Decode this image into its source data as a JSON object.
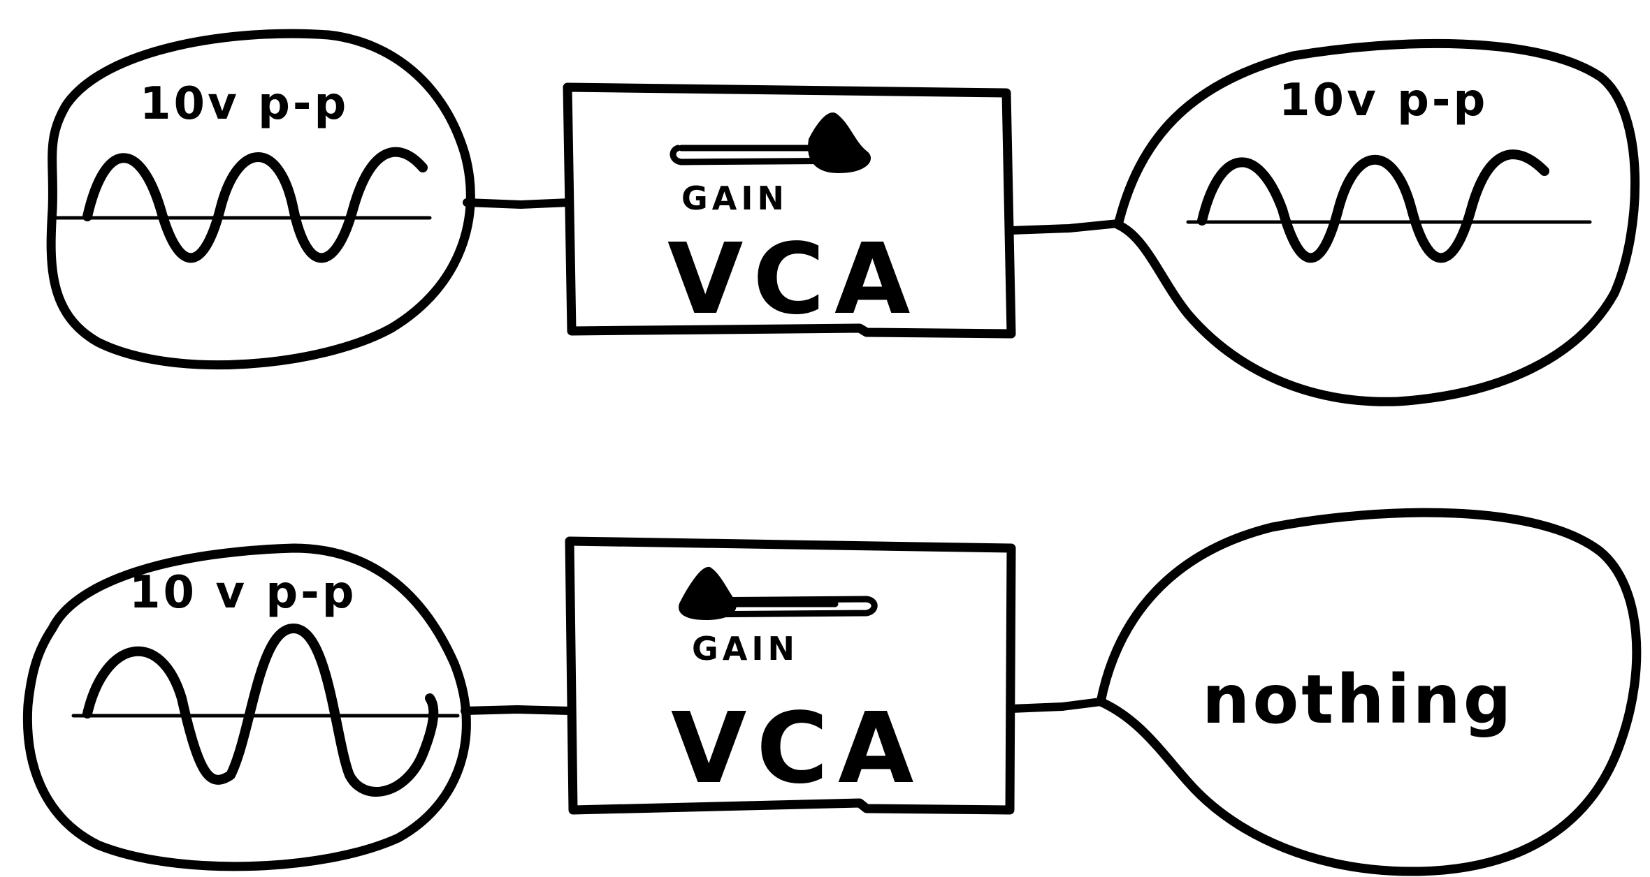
{
  "diagram": {
    "top_row": {
      "input_label": "10v p-p",
      "gain_label": "GAIN",
      "module_label": "VCA",
      "output_label": "10v p-p",
      "gain_setting": "max"
    },
    "bottom_row": {
      "input_label": "10 v p-p",
      "gain_label": "GAIN",
      "module_label": "VCA",
      "output_label": "nothing",
      "gain_setting": "min"
    }
  },
  "colors": {
    "ink": "#000000",
    "paper": "#ffffff"
  }
}
